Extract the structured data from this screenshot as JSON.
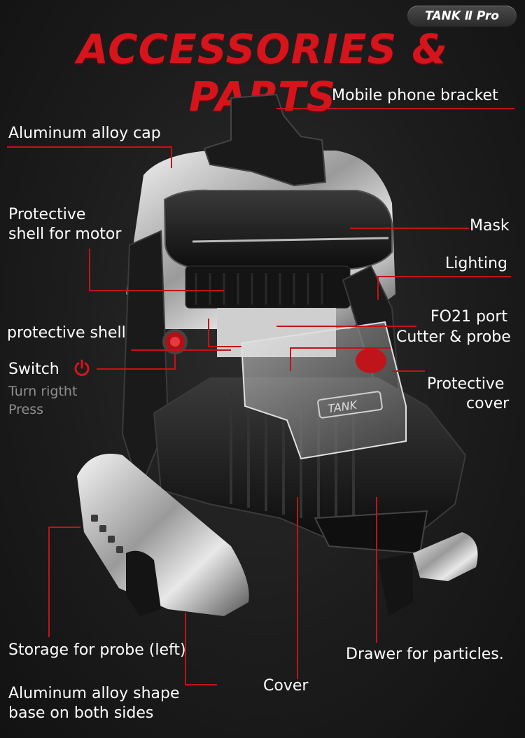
{
  "badge": "TANK Ⅱ Pro",
  "title": "ACCESSORIES & PARTS",
  "labels": {
    "mobile_bracket": "Mobile phone bracket",
    "aluminum_cap": "Aluminum alloy cap",
    "motor_shell_1": "Protective",
    "motor_shell_2": "shell for motor",
    "mask": "Mask",
    "lighting": "Lighting",
    "fo21_port": "FO21 port",
    "protective_shell": "protective shell",
    "cutter_probe": "Cutter & probe",
    "switch": "Switch",
    "turn_right": "Turn rigtht",
    "press": "Press",
    "protective_cover_1": "Protective",
    "protective_cover_2": "cover",
    "storage_probe": "Storage for probe (left)",
    "drawer": "Drawer for particles.",
    "base_1": "Aluminum alloy shape",
    "base_2": "base on both sides",
    "cover": "Cover"
  },
  "device_text": "TANK",
  "colors": {
    "accent": "#d6141c",
    "leader": "#c2121a"
  },
  "icons": [
    "power-icon"
  ]
}
